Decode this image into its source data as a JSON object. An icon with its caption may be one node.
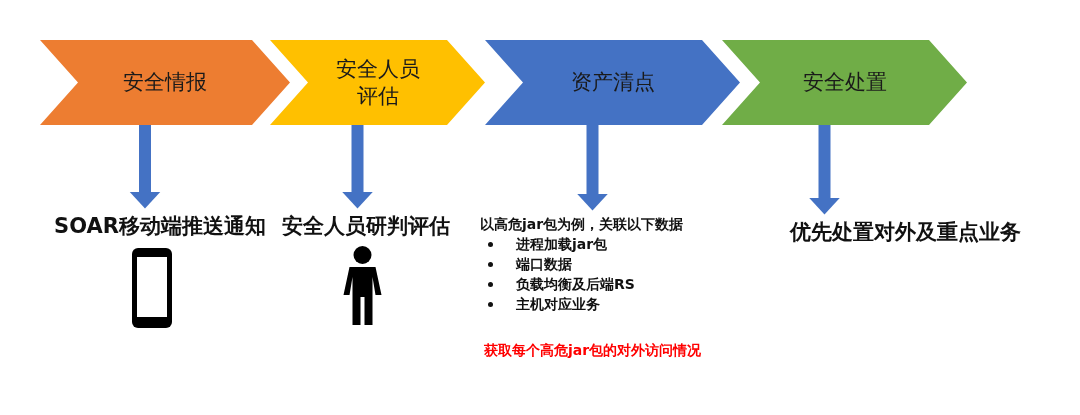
{
  "diagram": {
    "nodes": [
      {
        "text": [
          "安全情报"
        ]
      },
      {
        "text": [
          "安全人员评估"
        ]
      },
      {
        "text": [
          "资产清点"
        ]
      },
      {
        "text": [
          "安全处置"
        ]
      },
      {
        "text": [
          "SOAR移动端推送通知"
        ]
      },
      {
        "text": [
          "安全人员研判评估"
        ]
      },
      {
        "text": [
          "以高危jar包为例，关联以下数据",
          "进程加载jar包",
          "端口数据",
          "负载均衡及后端RS",
          "主机对应业务"
        ],
        "beside": [
          "获取每个高危jar包的对外访问情况"
        ]
      },
      {
        "text": [
          "优先处置**对外**及**重点业务**"
        ]
      }
    ],
    "edges": [
      {
        "from": 0,
        "to": 4,
        "arrow": "to"
      },
      {
        "from": 1,
        "to": 5,
        "arrow": "to"
      },
      {
        "from": 2,
        "to": 6,
        "arrow": "to"
      },
      {
        "from": 3,
        "to": 7,
        "arrow": "to"
      }
    ]
  }
}
